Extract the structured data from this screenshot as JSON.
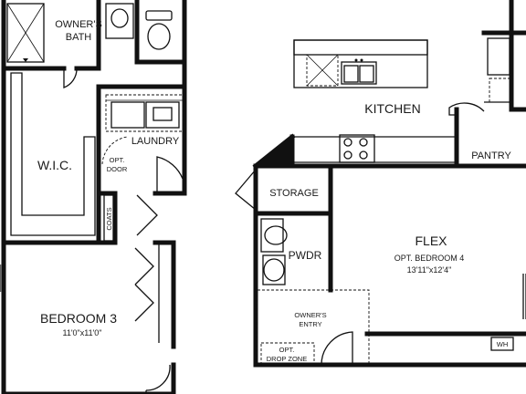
{
  "floorplan": {
    "rooms": {
      "owners_bath": {
        "line1": "OWNER'S",
        "line2": "BATH"
      },
      "wic": {
        "label": "W.I.C."
      },
      "laundry": {
        "label": "LAUNDRY"
      },
      "opt_door": {
        "line1": "OPT.",
        "line2": "DOOR"
      },
      "coats": {
        "label": "COATS"
      },
      "kitchen": {
        "label": "KITCHEN"
      },
      "pantry": {
        "label": "PANTRY"
      },
      "storage": {
        "label": "STORAGE"
      },
      "flex": {
        "label": "FLEX",
        "sub": "OPT. BEDROOM 4",
        "dims": "13'11\"x12'4\""
      },
      "pwdr": {
        "label": "PWDR"
      },
      "owners_entry": {
        "line1": "OWNER'S",
        "line2": "ENTRY"
      },
      "drop_zone": {
        "line1": "OPT.",
        "line2": "DROP ZONE"
      },
      "bedroom3": {
        "label": "BEDROOM 3",
        "dims": "11'0\"x11'0\""
      },
      "wh": {
        "label": "WH"
      }
    }
  }
}
